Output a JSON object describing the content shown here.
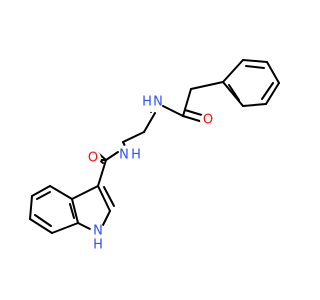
{
  "molecule": {
    "colors": {
      "bond": "#000000",
      "oxygen": "#ff0d0d",
      "nitrogen": "#3050f8",
      "background": "#ffffff"
    },
    "atoms": {
      "carbonyl_oxygen_left": "O",
      "carbonyl_oxygen_right": "O",
      "amide_nitrogen_left": "N",
      "amide_nitrogen_right": "N",
      "amide_h_left": "H",
      "amide_h_right": "H",
      "indole_nitrogen": "N",
      "indole_h": "H"
    }
  }
}
